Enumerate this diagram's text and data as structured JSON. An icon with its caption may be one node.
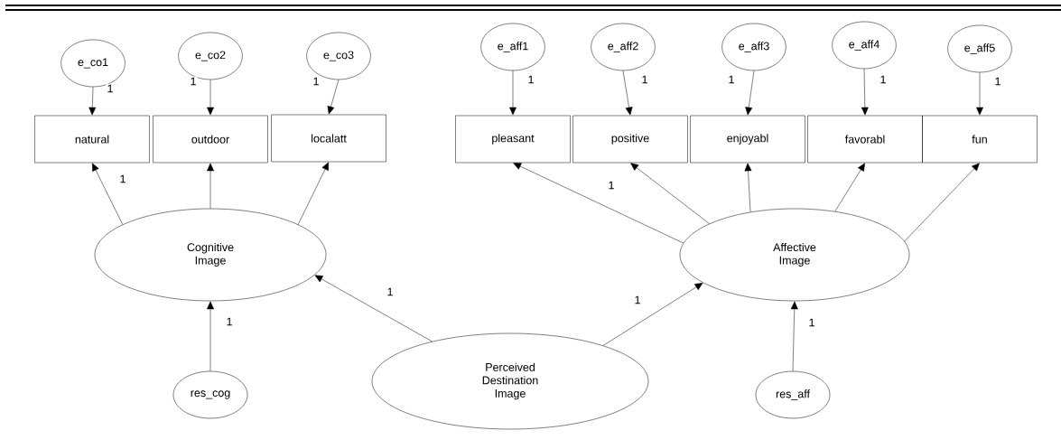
{
  "diagram": {
    "nodes": [
      {
        "text": [
          "e_co1"
        ]
      },
      {
        "text": [
          "e_co2"
        ]
      },
      {
        "text": [
          "e_co3"
        ]
      },
      {
        "text": [
          "e_aff1"
        ]
      },
      {
        "text": [
          "e_aff2"
        ]
      },
      {
        "text": [
          "e_aff3"
        ]
      },
      {
        "text": [
          "e_aff4"
        ]
      },
      {
        "text": [
          "e_aff5"
        ]
      },
      {
        "text": [
          "natural"
        ]
      },
      {
        "text": [
          "outdoor"
        ]
      },
      {
        "text": [
          "localatt"
        ]
      },
      {
        "text": [
          "pleasant"
        ]
      },
      {
        "text": [
          "positive"
        ]
      },
      {
        "text": [
          "enjoyabl"
        ]
      },
      {
        "text": [
          "favorabl"
        ]
      },
      {
        "text": [
          "fun"
        ]
      },
      {
        "text": [
          "Cognitive Image"
        ]
      },
      {
        "text": [
          "Affective Image"
        ]
      },
      {
        "text": [
          "Perceived Destination Image"
        ]
      },
      {
        "text": [
          "res_cog"
        ]
      },
      {
        "text": [
          "res_aff"
        ]
      }
    ],
    "edges": [
      {
        "from": 0,
        "to": 8,
        "arrow": "to",
        "label": "1"
      },
      {
        "from": 1,
        "to": 9,
        "arrow": "to",
        "label": "1"
      },
      {
        "from": 2,
        "to": 10,
        "arrow": "to",
        "label": "1"
      },
      {
        "from": 3,
        "to": 11,
        "arrow": "to",
        "label": "1"
      },
      {
        "from": 4,
        "to": 12,
        "arrow": "to",
        "label": "1"
      },
      {
        "from": 5,
        "to": 13,
        "arrow": "to",
        "label": "1"
      },
      {
        "from": 6,
        "to": 14,
        "arrow": "to",
        "label": "1"
      },
      {
        "from": 7,
        "to": 15,
        "arrow": "to",
        "label": "1"
      },
      {
        "from": 16,
        "to": 8,
        "arrow": "to",
        "label": "1"
      },
      {
        "from": 16,
        "to": 9,
        "arrow": "to"
      },
      {
        "from": 16,
        "to": 10,
        "arrow": "to"
      },
      {
        "from": 17,
        "to": 11,
        "arrow": "to",
        "label": "1"
      },
      {
        "from": 17,
        "to": 12,
        "arrow": "to"
      },
      {
        "from": 17,
        "to": 13,
        "arrow": "to"
      },
      {
        "from": 17,
        "to": 14,
        "arrow": "to"
      },
      {
        "from": 17,
        "to": 15,
        "arrow": "to"
      },
      {
        "from": 18,
        "to": 16,
        "arrow": "to",
        "label": "1"
      },
      {
        "from": 18,
        "to": 17,
        "arrow": "to",
        "label": "1"
      },
      {
        "from": 19,
        "to": 16,
        "arrow": "to",
        "label": "1"
      },
      {
        "from": 20,
        "to": 17,
        "arrow": "to",
        "label": "1"
      }
    ]
  }
}
